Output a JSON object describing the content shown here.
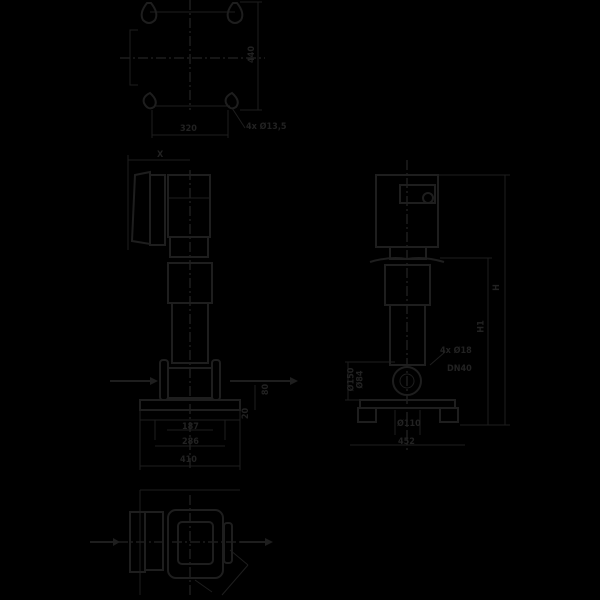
{
  "drawing": {
    "background": "#000000",
    "line_color": "#1e1e1e",
    "views": [
      "base-plate-top-view",
      "front-view",
      "side-view",
      "pump-top-view"
    ]
  },
  "base_plate": {
    "width_dim": "320",
    "depth_dim": "440",
    "holes": "4x Ø13,5"
  },
  "front_view": {
    "motor_dim": "X",
    "dim_inner": "187",
    "dim_middle": "286",
    "dim_outer": "410",
    "dim_flange_height": "80",
    "dim_base_height": "20"
  },
  "side_view": {
    "height_total": "H",
    "height_flange": "H1",
    "flange_holes": "4x Ø18",
    "nominal_diameter": "DN40",
    "flange_outer": "Ø150",
    "flange_pitch": "Ø84",
    "base_dim": "Ø110",
    "width_dim": "452"
  }
}
